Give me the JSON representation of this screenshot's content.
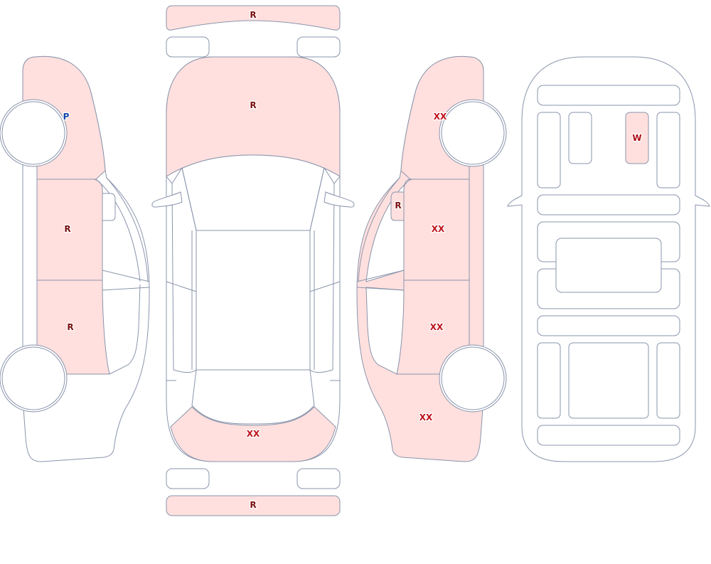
{
  "colors": {
    "outline": "#8a94ab",
    "damaged_fill": "#ffe0de",
    "code_r": "#7a1010",
    "code_xx": "#c0101a",
    "code_w": "#b01018",
    "code_p": "#1546a8"
  },
  "marks": {
    "front_bumper": "R",
    "hood": "R",
    "rear_bumper_panel": "XX",
    "rear_bumper": "R",
    "left_front_fender": "P",
    "left_front_door": "R",
    "left_rear_door": "R",
    "right_front_fender": "XX",
    "right_mirror": "R",
    "right_front_door": "XX",
    "right_rear_door": "XX",
    "right_rear_quarter": "XX",
    "cabin_part": "W"
  }
}
